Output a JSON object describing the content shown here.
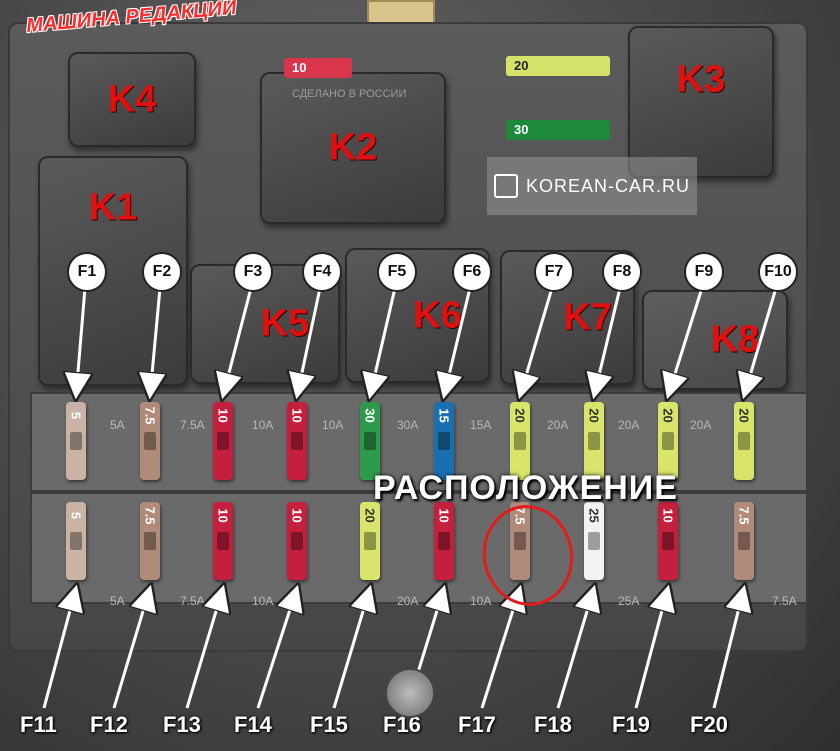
{
  "watermark": "МАШИНА РЕДАКЦИЙ",
  "site_logo": "KOREAN-CAR.RU",
  "location_label": "РАСПОЛОЖЕНИЕ",
  "relays": [
    {
      "id": "K4",
      "label": "K4"
    },
    {
      "id": "K2",
      "label": "K2",
      "print": "СДЕЛАНО В РОССИИ"
    },
    {
      "id": "K3",
      "label": "K3"
    },
    {
      "id": "K1",
      "label": "K1"
    },
    {
      "id": "K5",
      "label": "K5"
    },
    {
      "id": "K6",
      "label": "K6"
    },
    {
      "id": "K7",
      "label": "K7"
    },
    {
      "id": "K8",
      "label": "K8"
    }
  ],
  "top_fuses": [
    {
      "label": "10",
      "color": "#d9364c"
    },
    {
      "label": "20",
      "color": "#d6e36a"
    },
    {
      "label": "30",
      "color": "#1c8a3a"
    }
  ],
  "fuses_top_row": [
    {
      "label": "F1",
      "rating": "5",
      "color": "#c9b3a4"
    },
    {
      "label": "F2",
      "rating": "7.5",
      "color": "#b08b7a"
    },
    {
      "label": "F3",
      "rating": "10",
      "color": "#c4203e"
    },
    {
      "label": "F4",
      "rating": "10",
      "color": "#c4203e"
    },
    {
      "label": "F5",
      "rating": "30",
      "color": "#2e9a4c"
    },
    {
      "label": "F6",
      "rating": "15",
      "color": "#1a6fb0"
    },
    {
      "label": "F7",
      "rating": "20",
      "color": "#d8e46a"
    },
    {
      "label": "F8",
      "rating": "20",
      "color": "#d8e46a"
    },
    {
      "label": "F9",
      "rating": "20",
      "color": "#d8e46a"
    },
    {
      "label": "F10",
      "rating": "20",
      "color": "#d8e46a"
    }
  ],
  "fuses_bottom_row": [
    {
      "label": "F11",
      "rating": "5",
      "color": "#c9b3a4"
    },
    {
      "label": "F12",
      "rating": "7.5",
      "color": "#b08b7a"
    },
    {
      "label": "F13",
      "rating": "10",
      "color": "#c4203e"
    },
    {
      "label": "F14",
      "rating": "10",
      "color": "#c4203e"
    },
    {
      "label": "F15",
      "rating": "20",
      "color": "#d8e46a"
    },
    {
      "label": "F16",
      "rating": "10",
      "color": "#c4203e"
    },
    {
      "label": "F17",
      "rating": "7.5",
      "color": "#b08b7a"
    },
    {
      "label": "F18",
      "rating": "25",
      "color": "#f2f2f2"
    },
    {
      "label": "F19",
      "rating": "10",
      "color": "#c4203e"
    },
    {
      "label": "F20",
      "rating": "7.5",
      "color": "#b08b7a"
    }
  ],
  "slot_ratings_top": [
    "5A",
    "7.5A",
    "10A",
    "10A",
    "30A",
    "15A",
    "20A",
    "20A",
    "20A"
  ],
  "slot_ratings_bottom": [
    "5A",
    "7.5A",
    "10A",
    "20A",
    "10A",
    "25A",
    "7.5A"
  ]
}
